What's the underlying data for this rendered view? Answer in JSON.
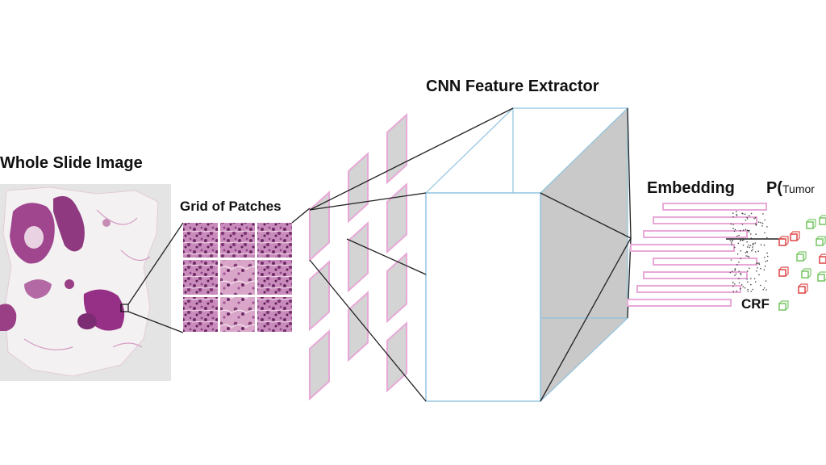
{
  "labels": {
    "whole_slide_image": "Whole Slide Image",
    "grid_of_patches": "Grid of Patches",
    "cnn_feature_extractor": "CNN Feature Extractor",
    "embedding": "Embedding",
    "probability_prefix": "P(",
    "probability_class": "Tumor",
    "crf": "CRF"
  },
  "colors": {
    "tissue_stain": "#9a3f86",
    "tissue_light": "#e9d3e2",
    "patch_face": "#d4d4d4",
    "patch_edge": "#e8a8d8",
    "cube_edge": "#8fc3de",
    "cube_side": "#c9c9c9",
    "connector": "#222222",
    "node_green": "#7cc86a",
    "node_red": "#e05050"
  },
  "grid_patches": {
    "rows": 3,
    "cols": 3
  },
  "stack_patches": {
    "columns": 3,
    "per_column": 4
  },
  "embedding_bars": 8,
  "crf_nodes": [
    "green",
    "green",
    "red",
    "green",
    "red",
    "green",
    "red",
    "red",
    "green",
    "green",
    "red",
    "green"
  ]
}
